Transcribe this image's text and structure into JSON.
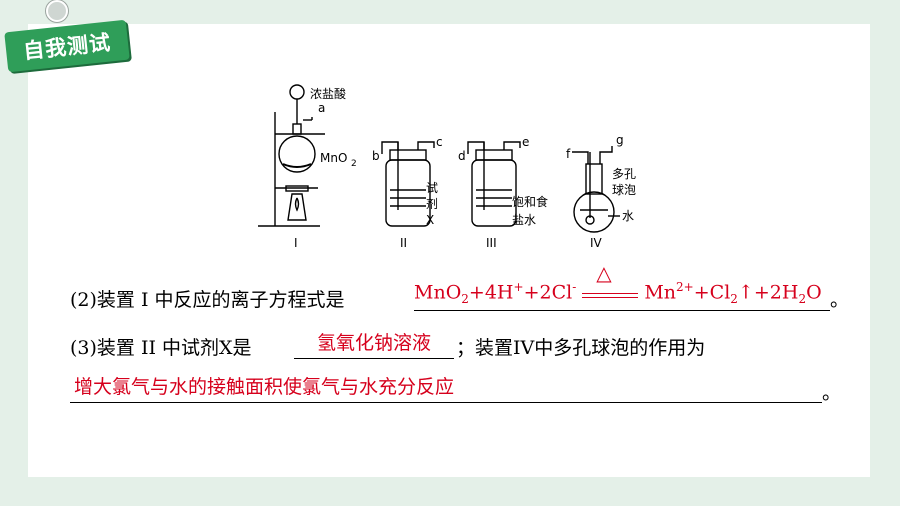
{
  "badge": {
    "label": "自我测试"
  },
  "diagram": {
    "labels": {
      "conc_hcl": "浓盐酸",
      "a": "a",
      "mno2": "MnO",
      "mno2_sub": "2",
      "b": "b",
      "c": "c",
      "reagent": "试",
      "reagent2": "剂",
      "reagent3": "X",
      "d": "d",
      "e": "e",
      "brine1": "饱和食",
      "brine2": "盐水",
      "f": "f",
      "g": "g",
      "bulb1": "多孔",
      "bulb2": "球泡",
      "water": "水",
      "roman1": "I",
      "roman2": "II",
      "roman3": "III",
      "roman4": "IV"
    }
  },
  "q2": {
    "prefix": "(2)装置 I 中反应的离子方程式是",
    "eq_left": "MnO",
    "eq_left_sub": "2",
    "eq_mid": "+4H",
    "eq_mid_sup": "+",
    "eq_mid2": "+2Cl",
    "eq_mid2_sup": "-",
    "heat": "△",
    "eq_right": "Mn",
    "eq_right_sup": "2+",
    "eq_right2": "+Cl",
    "eq_right2_sub": "2",
    "eq_right3": "↑+2H",
    "eq_right3_sub": "2",
    "eq_right4": "O",
    "end": "。"
  },
  "q3": {
    "prefix": "(3)装置 II 中试剂X是",
    "answer1": "氢氧化钠溶液",
    "middle": "；装置IV中多孔球泡的作用为",
    "answer2": "增大氯气与水的接触面积使氯气与水充分反应",
    "end": "。"
  }
}
